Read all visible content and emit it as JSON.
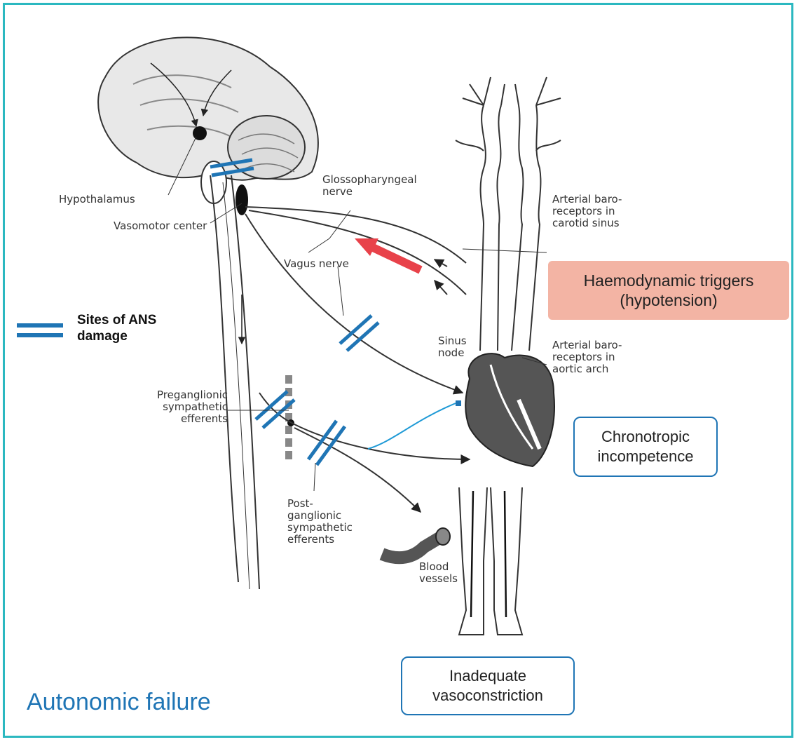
{
  "title": "Autonomic failure",
  "legend": {
    "text": "Sites of ANS damage",
    "color": "#1f75b5"
  },
  "labels": {
    "hypothalamus": "Hypothalamus",
    "vasomotor_center": "Vasomotor center",
    "glossopharyngeal_nerve": "Glossopharyngeal nerve",
    "vagus_nerve": "Vagus nerve",
    "baroreceptors_carotid": "Arterial baro-receptors in carotid sinus",
    "sinus_node": "Sinus node",
    "baroreceptors_aortic": "Arterial baro-receptors in aortic arch",
    "preganglionic": "Preganglionic sympathetic efferents",
    "postganglionic": "Post-ganglionic sympathetic efferents",
    "blood_vessels": "Blood vessels"
  },
  "boxes": {
    "haemodynamic": "Haemodynamic triggers (hypotension)",
    "chronotropic": "Chronotropic incompetence",
    "vasoconstriction": "Inadequate vasoconstriction"
  },
  "colors": {
    "frame": "#2bb8c0",
    "accent_blue": "#1f75b5",
    "trigger_fill": "#f3b4a4",
    "trigger_arrow": "#e8424a"
  }
}
